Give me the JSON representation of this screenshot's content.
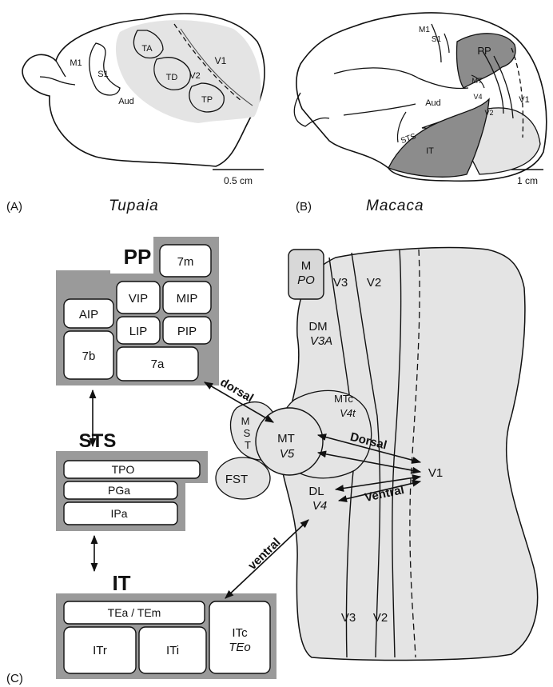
{
  "panelA": {
    "label": "(A)",
    "species": "Tupaia",
    "areas": {
      "m1": "M1",
      "s1": "S1",
      "aud": "Aud",
      "ta": "TA",
      "td": "TD",
      "v2": "V2",
      "tp": "TP",
      "v1": "V1"
    },
    "scale": "0.5 cm"
  },
  "panelB": {
    "label": "(B)",
    "species": "Macaca",
    "areas": {
      "m1": "M1",
      "s1": "S1",
      "pp": "PP",
      "mt": "MT",
      "v4": "V4",
      "aud": "Aud",
      "sts": "STS",
      "it": "IT",
      "v2": "V2",
      "v1": "V1"
    },
    "scale": "1 cm"
  },
  "panelC": {
    "label": "(C)",
    "pp": {
      "title": "PP",
      "areas": {
        "m7": "7m",
        "vip": "VIP",
        "mip": "MIP",
        "aip": "AIP",
        "lip": "LIP",
        "pip": "PIP",
        "b7": "7b",
        "a7": "7a"
      }
    },
    "sts": {
      "title": "STS",
      "areas": {
        "tpo": "TPO",
        "pga": "PGa",
        "ipa": "IPa"
      }
    },
    "it": {
      "title": "IT",
      "areas": {
        "tea": "TEa / TEm",
        "itr": "ITr",
        "iti": "ITi",
        "itc": "ITc",
        "teo": "TEo"
      }
    },
    "visual": {
      "m": "M",
      "po": "PO",
      "v3_top": "V3",
      "v2_top": "V2",
      "dm": "DM",
      "v3a": "V3A",
      "mtc": "MTc",
      "v4t": "V4t",
      "mst_m": "M",
      "mst_s": "S",
      "mst_t": "T",
      "mt": "MT",
      "v5": "V5",
      "fst": "FST",
      "dl": "DL",
      "v4": "V4",
      "v1": "V1",
      "v3_bot": "V3",
      "v2_bot": "V2"
    },
    "streams": {
      "dorsal_lower": "dorsal",
      "dorsal_upper": "Dorsal",
      "ventral_upper": "Ventral",
      "ventral_lower": "ventral"
    }
  }
}
